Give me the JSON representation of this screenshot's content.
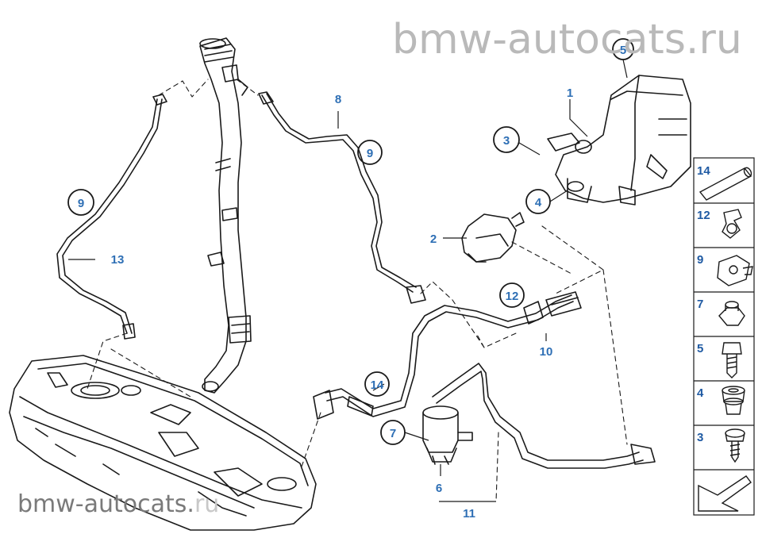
{
  "watermark": {
    "top": "bmw-autocats.ru",
    "bottom_main": "bmw-autocats.",
    "bottom_fade": "ru"
  },
  "callouts": {
    "c1": "1",
    "c2": "2",
    "c3": "3",
    "c4": "4",
    "c5": "5",
    "c6": "6",
    "c7": "7",
    "c8": "8",
    "c9a": "9",
    "c9b": "9",
    "c10": "10",
    "c11": "11",
    "c12": "12",
    "c13": "13",
    "c14": "14"
  },
  "side_panel": {
    "items": [
      {
        "label": "14",
        "icon": "hose-icon"
      },
      {
        "label": "12",
        "icon": "clip-icon"
      },
      {
        "label": "9",
        "icon": "clamp-icon"
      },
      {
        "label": "7",
        "icon": "hex-nut-icon"
      },
      {
        "label": "5",
        "icon": "bolt-icon"
      },
      {
        "label": "4",
        "icon": "grommet-icon"
      },
      {
        "label": "3",
        "icon": "screw-icon"
      },
      {
        "label": "",
        "icon": "arrow-icon"
      }
    ]
  },
  "colors": {
    "line": "#1a1a1a",
    "callout_text": "#2e6fb5",
    "watermark": "#b9b9b9"
  }
}
